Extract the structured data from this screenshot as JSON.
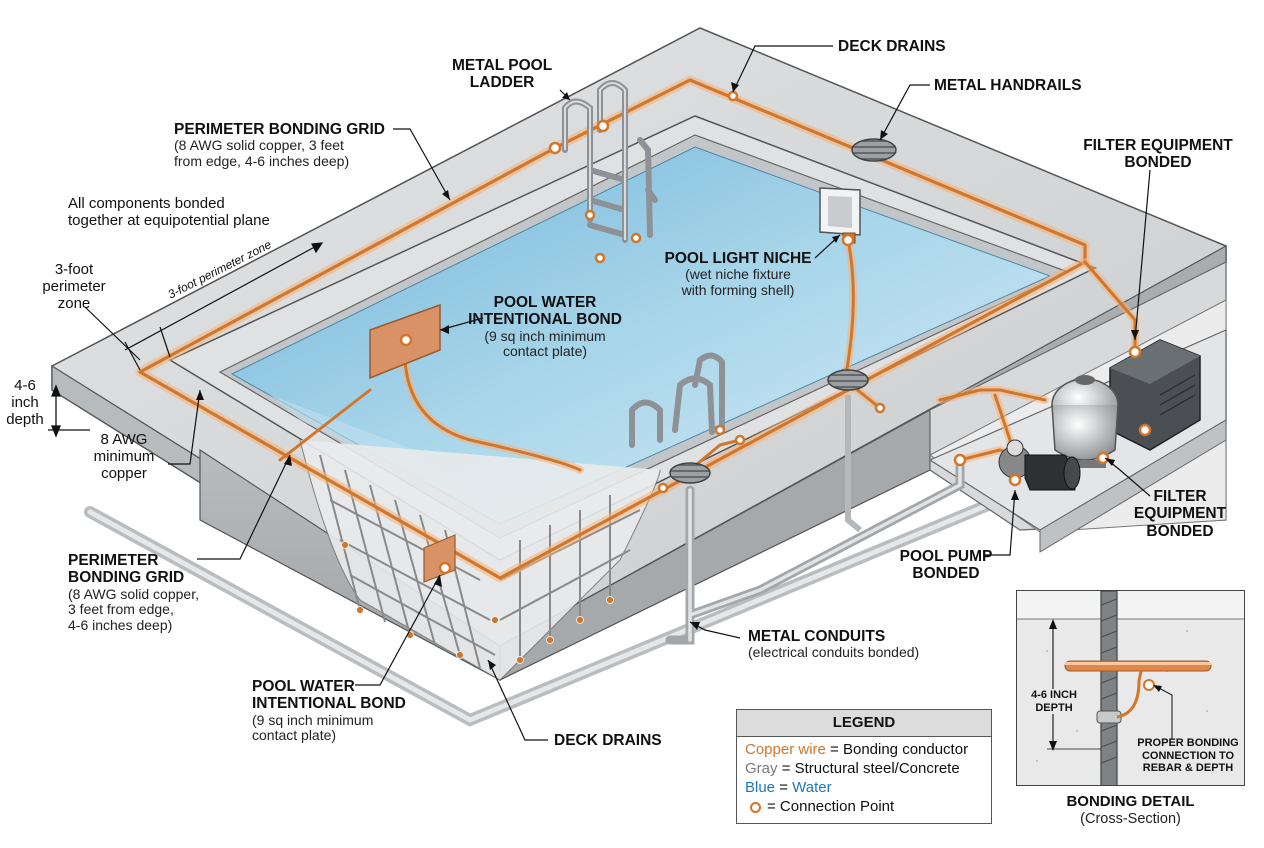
{
  "labels": {
    "ladder": [
      "METAL POOL",
      "LADDER"
    ],
    "deck_drains_top": "DECK DRAINS",
    "handrails": "METAL HANDRAILS",
    "grid_top": {
      "title": "PERIMETER BONDING GRID",
      "sub": [
        "(8 AWG solid copper, 3 feet",
        "from edge, 4-6 inches deep)"
      ]
    },
    "all_bonded": [
      "All components bonded",
      "together at equipotential plane"
    ],
    "zone_left": [
      "3-foot",
      "perimeter",
      "zone"
    ],
    "zone_strip": "3-foot perimeter zone",
    "depth": [
      "4-6",
      "inch",
      "depth"
    ],
    "awg": [
      "8 AWG",
      "minimum",
      "copper"
    ],
    "filter_top": [
      "FILTER EQUIPMENT",
      "BONDED"
    ],
    "light_niche": {
      "title": "POOL LIGHT NICHE",
      "sub": [
        "(wet niche fixture",
        "with forming shell)"
      ]
    },
    "water_bond_center": {
      "title": [
        "POOL WATER",
        "INTENTIONAL BOND"
      ],
      "sub": [
        "(9 sq inch minimum",
        "contact plate)"
      ]
    },
    "filter_right": [
      "FILTER",
      "EQUIPMENT",
      "BONDED"
    ],
    "pump": [
      "POOL PUMP",
      "BONDED"
    ],
    "grid_bottom": {
      "title": [
        "PERIMETER",
        "BONDING GRID"
      ],
      "sub": [
        "(8 AWG solid copper,",
        "3 feet from edge,",
        "4-6 inches deep)"
      ]
    },
    "conduits": {
      "title": "METAL CONDUITS",
      "sub": "(electrical conduits bonded)"
    },
    "water_bond_bottom": {
      "title": [
        "POOL WATER",
        "INTENTIONAL BOND"
      ],
      "sub": [
        "(9 sq inch minimum",
        "contact plate)"
      ]
    },
    "deck_drains_bottom": "DECK DRAINS"
  },
  "legend": {
    "title": "LEGEND",
    "copper_key": "Copper wire",
    "copper_val": "= Bonding conductor",
    "gray_key": "Gray",
    "gray_val": "= Structural steel/Concrete",
    "blue_key": "Blue",
    "blue_eq": "=",
    "blue_val": "Water",
    "dot_val": "= Connection Point"
  },
  "detail": {
    "depth_label": [
      "4-6 INCH",
      "DEPTH"
    ],
    "connection_label": [
      "PROPER BONDING",
      "CONNECTION TO",
      "REBAR & DEPTH"
    ],
    "title": "BONDING DETAIL",
    "subtitle": "(Cross-Section)"
  },
  "colors": {
    "copper": "#d2762a",
    "copper_glow": "#f5b37a",
    "concrete": "#cfd2d4",
    "water": "#8cc4e0",
    "steel": "#9a9a9a"
  }
}
